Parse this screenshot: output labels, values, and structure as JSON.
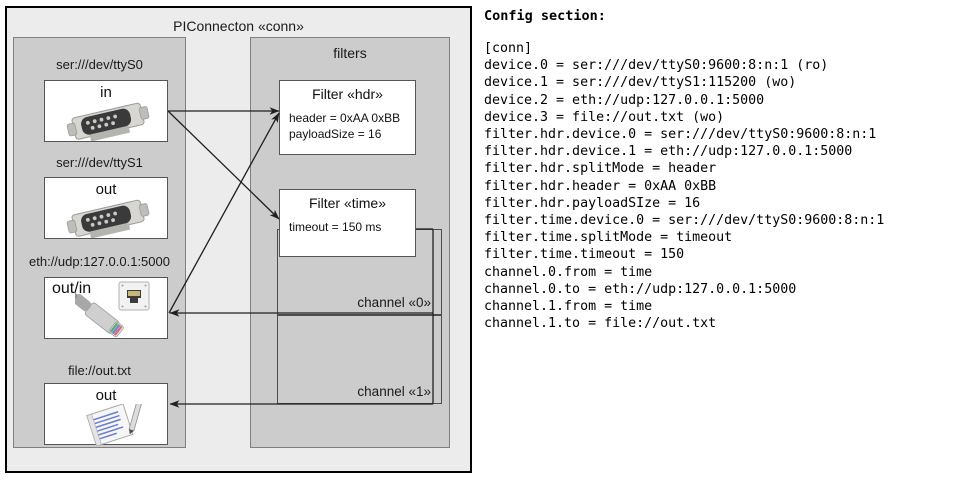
{
  "diagram": {
    "title": "PIConnecton «conn»",
    "devices_panel": {
      "nodes": [
        {
          "label": "ser:///dev/ttyS0",
          "caption": "in",
          "icon": "serial-port-icon"
        },
        {
          "label": "ser:///dev/ttyS1",
          "caption": "out",
          "icon": "serial-port-icon"
        },
        {
          "label": "eth://udp:127.0.0.1:5000",
          "caption": "out/in",
          "icon": "ethernet-jack-icon"
        },
        {
          "label": "file://out.txt",
          "caption": "out",
          "icon": "text-file-icon"
        }
      ]
    },
    "filters_panel": {
      "title": "filters",
      "filters": [
        {
          "name": "Filter «hdr»",
          "attrs": "header = 0xAA 0xBB\npayloadSize = 16"
        },
        {
          "name": "Filter «time»",
          "attrs": "timeout = 150 ms"
        }
      ],
      "channels": [
        {
          "label": "channel «0»"
        },
        {
          "label": "channel «1»"
        }
      ]
    }
  },
  "config": {
    "heading": "Config section:",
    "lines": "[conn]\ndevice.0 = ser:///dev/ttyS0:9600:8:n:1 (ro)\ndevice.1 = ser:///dev/ttyS1:115200 (wo)\ndevice.2 = eth://udp:127.0.0.1:5000\ndevice.3 = file://out.txt (wo)\nfilter.hdr.device.0 = ser:///dev/ttyS0:9600:8:n:1\nfilter.hdr.device.1 = eth://udp:127.0.0.1:5000\nfilter.hdr.splitMode = header\nfilter.hdr.header = 0xAA 0xBB\nfilter.hdr.payloadSIze = 16\nfilter.time.device.0 = ser:///dev/ttyS0:9600:8:n:1\nfilter.time.splitMode = timeout\nfilter.time.timeout = 150\nchannel.0.from = time\nchannel.0.to = eth://udp:127.0.0.1:5000\nchannel.1.from = time\nchannel.1.to = file://out.txt"
  },
  "colors": {
    "frame_bg": "#ececec",
    "panel_bg": "#cccccc",
    "node_bg": "#ffffff",
    "stroke": "#333333"
  }
}
